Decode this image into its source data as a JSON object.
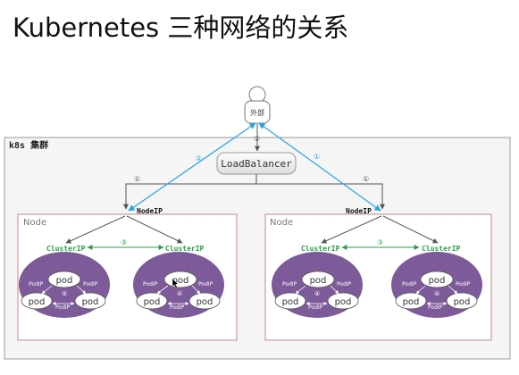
{
  "title": "Kubernetes 三种网络的关系",
  "external": {
    "label": "外部"
  },
  "cluster": {
    "label": "k8s 集群"
  },
  "load_balancer": {
    "label": "LoadBalancer"
  },
  "nodes": [
    {
      "label": "Node",
      "node_ip": "NodeIP",
      "cluster_ip_left": "ClusterIP",
      "cluster_ip_right": "ClusterIP",
      "link_number": "③"
    },
    {
      "label": "Node",
      "node_ip": "NodeIP",
      "cluster_ip_left": "ClusterIP",
      "cluster_ip_right": "ClusterIP",
      "link_number": "③"
    }
  ],
  "pod": {
    "label": "pod",
    "pod_ip": "PodIP",
    "center_number": "④"
  },
  "numbers": {
    "one": "①",
    "two": "②",
    "three": "③"
  },
  "colors": {
    "blue_line": "#2aa3e0",
    "green_line": "#27a243",
    "gray_line": "#555555",
    "node_border": "#c08a8a",
    "pod_ellipse": "#7d5a9a",
    "cluster_bg": "#f5f5f5"
  }
}
